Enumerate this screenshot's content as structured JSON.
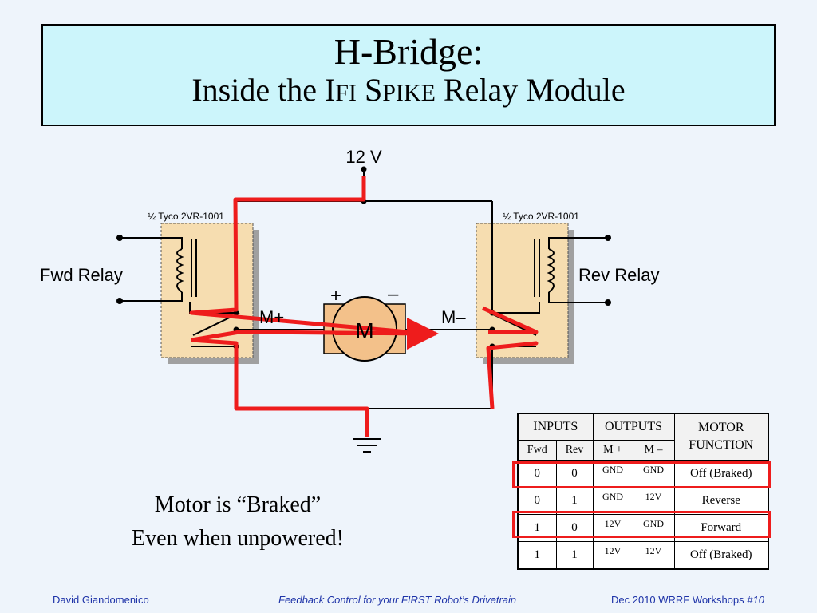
{
  "title": {
    "line1": "H-Bridge:",
    "line2_a": "Inside the I",
    "line2_b": "FI",
    "line2_c": " S",
    "line2_d": "PIKE",
    "line2_e": " Relay Module"
  },
  "diagram": {
    "supply_label": "12 V",
    "relay_part_left": "½ Tyco 2VR-1001",
    "relay_part_right": "½ Tyco 2VR-1001",
    "fwd_relay_label": "Fwd Relay",
    "rev_relay_label": "Rev Relay",
    "m_plus_label": "M+",
    "m_minus_label": "M–",
    "plus_sign": "+",
    "minus_sign": "–",
    "motor_label": "M",
    "colors": {
      "current_path": "#ee1c1c",
      "title_bg": "#ccf5fb",
      "motor": "#f3c18a"
    }
  },
  "caption": {
    "line1": "Motor is “Braked”",
    "line2": "Even when unpowered!"
  },
  "truth_table": {
    "group_inputs": "INPUTS",
    "group_outputs": "OUTPUTS",
    "group_function": "MOTOR FUNCTION",
    "sub_headers": [
      "Fwd",
      "Rev",
      "M +",
      "M –"
    ],
    "rows": [
      {
        "fwd": "0",
        "rev": "0",
        "mplus": "GND",
        "mminus": "GND",
        "function": "Off (Braked)",
        "highlighted": true
      },
      {
        "fwd": "0",
        "rev": "1",
        "mplus": "GND",
        "mminus": "12V",
        "function": "Reverse",
        "highlighted": false
      },
      {
        "fwd": "1",
        "rev": "0",
        "mplus": "12V",
        "mminus": "GND",
        "function": "Forward",
        "highlighted": true
      },
      {
        "fwd": "1",
        "rev": "1",
        "mplus": "12V",
        "mminus": "12V",
        "function": "Off (Braked)",
        "highlighted": false
      }
    ]
  },
  "footer": {
    "author": "David  Giandomenico",
    "course": "Feedback Control for your FIRST Robot’s Drivetrain",
    "event": "Dec 2010 WRRF Workshops  ",
    "slide": "#10"
  }
}
